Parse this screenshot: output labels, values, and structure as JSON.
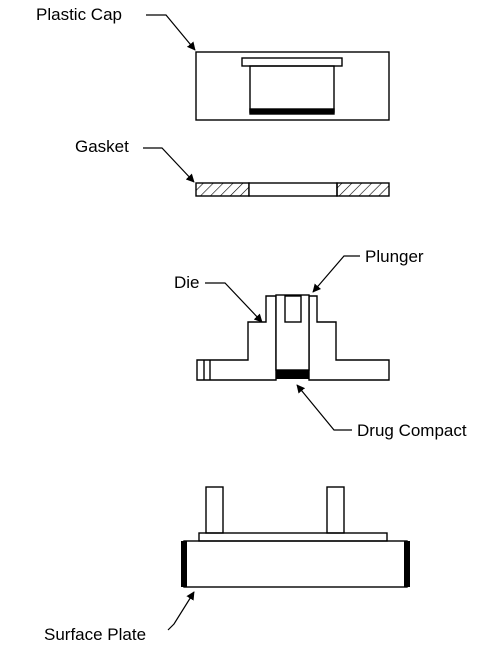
{
  "labels": {
    "plastic_cap": "Plastic Cap",
    "gasket": "Gasket",
    "die": "Die",
    "plunger": "Plunger",
    "drug_compact": "Drug Compact",
    "surface_plate": "Surface Plate"
  },
  "colors": {
    "line": "#000000",
    "background": "#ffffff"
  }
}
